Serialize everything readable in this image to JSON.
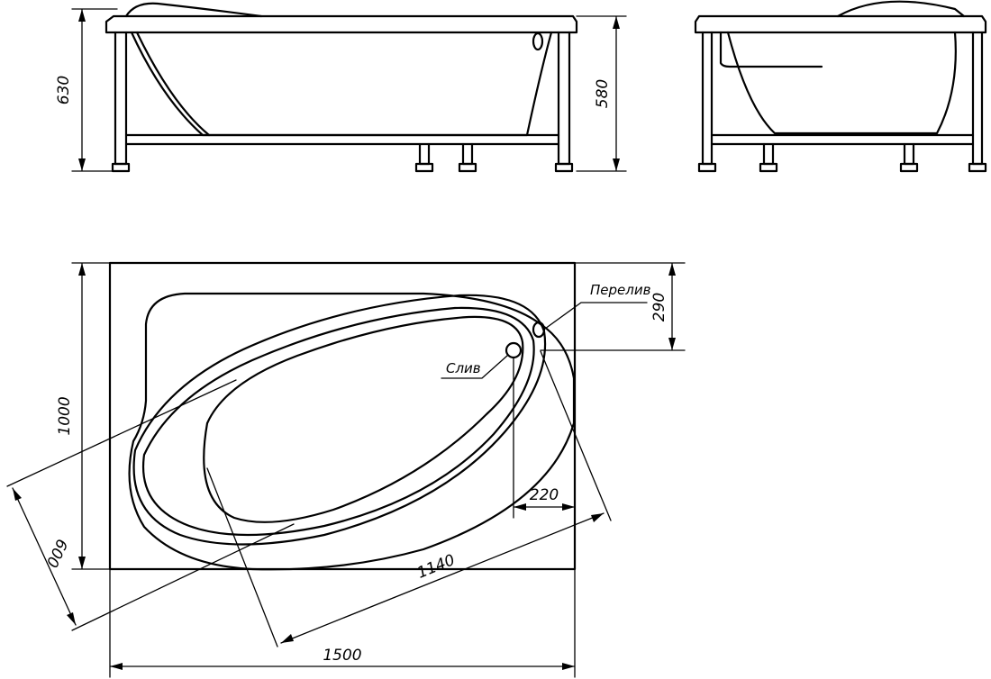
{
  "side_view": {
    "height_total": "630",
    "height_frame": "580"
  },
  "top_view": {
    "overflow_label": "Перелив",
    "drain_label": "Слив",
    "overflow_offset": "290",
    "drain_offset": "220",
    "length": "1500",
    "width": "1000",
    "bowl_length": "1140",
    "bowl_width": "600"
  }
}
